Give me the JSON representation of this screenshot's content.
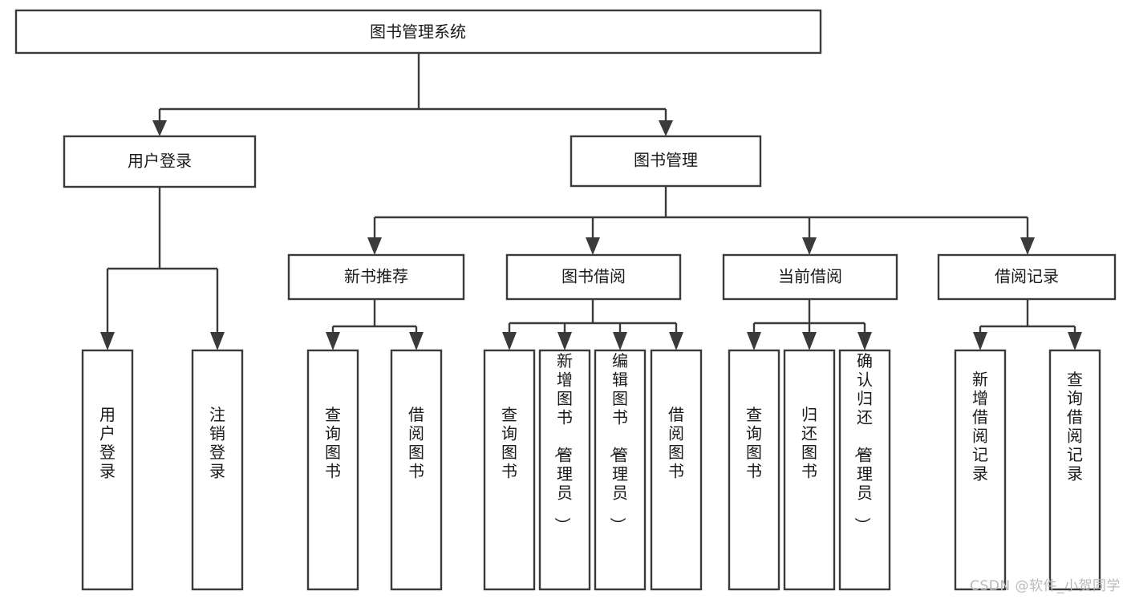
{
  "diagram": {
    "type": "tree-hierarchy-flowchart",
    "title": "图书管理系统",
    "background_color": "#ffffff",
    "line_color": "#3a3a3a",
    "text_color": "#1a1a1a",
    "box_fill": "#ffffff",
    "levels": [
      {
        "level": 1,
        "nodes": [
          {
            "id": "root",
            "label": "图书管理系统",
            "orientation": "horizontal"
          }
        ]
      },
      {
        "level": 2,
        "nodes": [
          {
            "id": "user-login",
            "label": "用户登录",
            "orientation": "horizontal",
            "parent": "root"
          },
          {
            "id": "book-management",
            "label": "图书管理",
            "orientation": "horizontal",
            "parent": "root"
          }
        ]
      },
      {
        "level": 3,
        "nodes": [
          {
            "id": "new-book-recommend",
            "label": "新书推荐",
            "orientation": "horizontal",
            "parent": "book-management"
          },
          {
            "id": "book-borrow",
            "label": "图书借阅",
            "orientation": "horizontal",
            "parent": "book-management"
          },
          {
            "id": "current-borrow",
            "label": "当前借阅",
            "orientation": "horizontal",
            "parent": "book-management"
          },
          {
            "id": "borrow-record",
            "label": "借阅记录",
            "orientation": "horizontal",
            "parent": "book-management"
          }
        ]
      },
      {
        "level": 4,
        "nodes": [
          {
            "id": "leaf-user-login",
            "label": "用户登录",
            "orientation": "vertical",
            "parent": "user-login"
          },
          {
            "id": "leaf-logout-login",
            "label": "注销登录",
            "orientation": "vertical",
            "parent": "user-login"
          },
          {
            "id": "leaf-query-book-1",
            "label": "查询图书",
            "orientation": "vertical",
            "parent": "new-book-recommend"
          },
          {
            "id": "leaf-borrow-book-1",
            "label": "借阅图书",
            "orientation": "vertical",
            "parent": "new-book-recommend"
          },
          {
            "id": "leaf-query-book-2",
            "label": "查询图书",
            "orientation": "vertical",
            "parent": "book-borrow"
          },
          {
            "id": "leaf-add-book",
            "label": "新增图书（管理员）",
            "orientation": "vertical",
            "parent": "book-borrow"
          },
          {
            "id": "leaf-edit-book",
            "label": "编辑图书（管理员）",
            "orientation": "vertical",
            "parent": "book-borrow"
          },
          {
            "id": "leaf-borrow-book-2",
            "label": "借阅图书",
            "orientation": "vertical",
            "parent": "book-borrow"
          },
          {
            "id": "leaf-query-book-3",
            "label": "查询图书",
            "orientation": "vertical",
            "parent": "current-borrow"
          },
          {
            "id": "leaf-return-book",
            "label": "归还图书",
            "orientation": "vertical",
            "parent": "current-borrow"
          },
          {
            "id": "leaf-confirm-return",
            "label": "确认归还（管理员）",
            "orientation": "vertical",
            "parent": "current-borrow"
          },
          {
            "id": "leaf-add-record",
            "label": "新增借阅记录",
            "orientation": "vertical",
            "parent": "borrow-record"
          },
          {
            "id": "leaf-query-record",
            "label": "查询借阅记录",
            "orientation": "vertical",
            "parent": "borrow-record"
          }
        ]
      }
    ]
  },
  "watermark": {
    "label": "CSDN @软件_小贺同学",
    "color": "#b9b9b9"
  }
}
